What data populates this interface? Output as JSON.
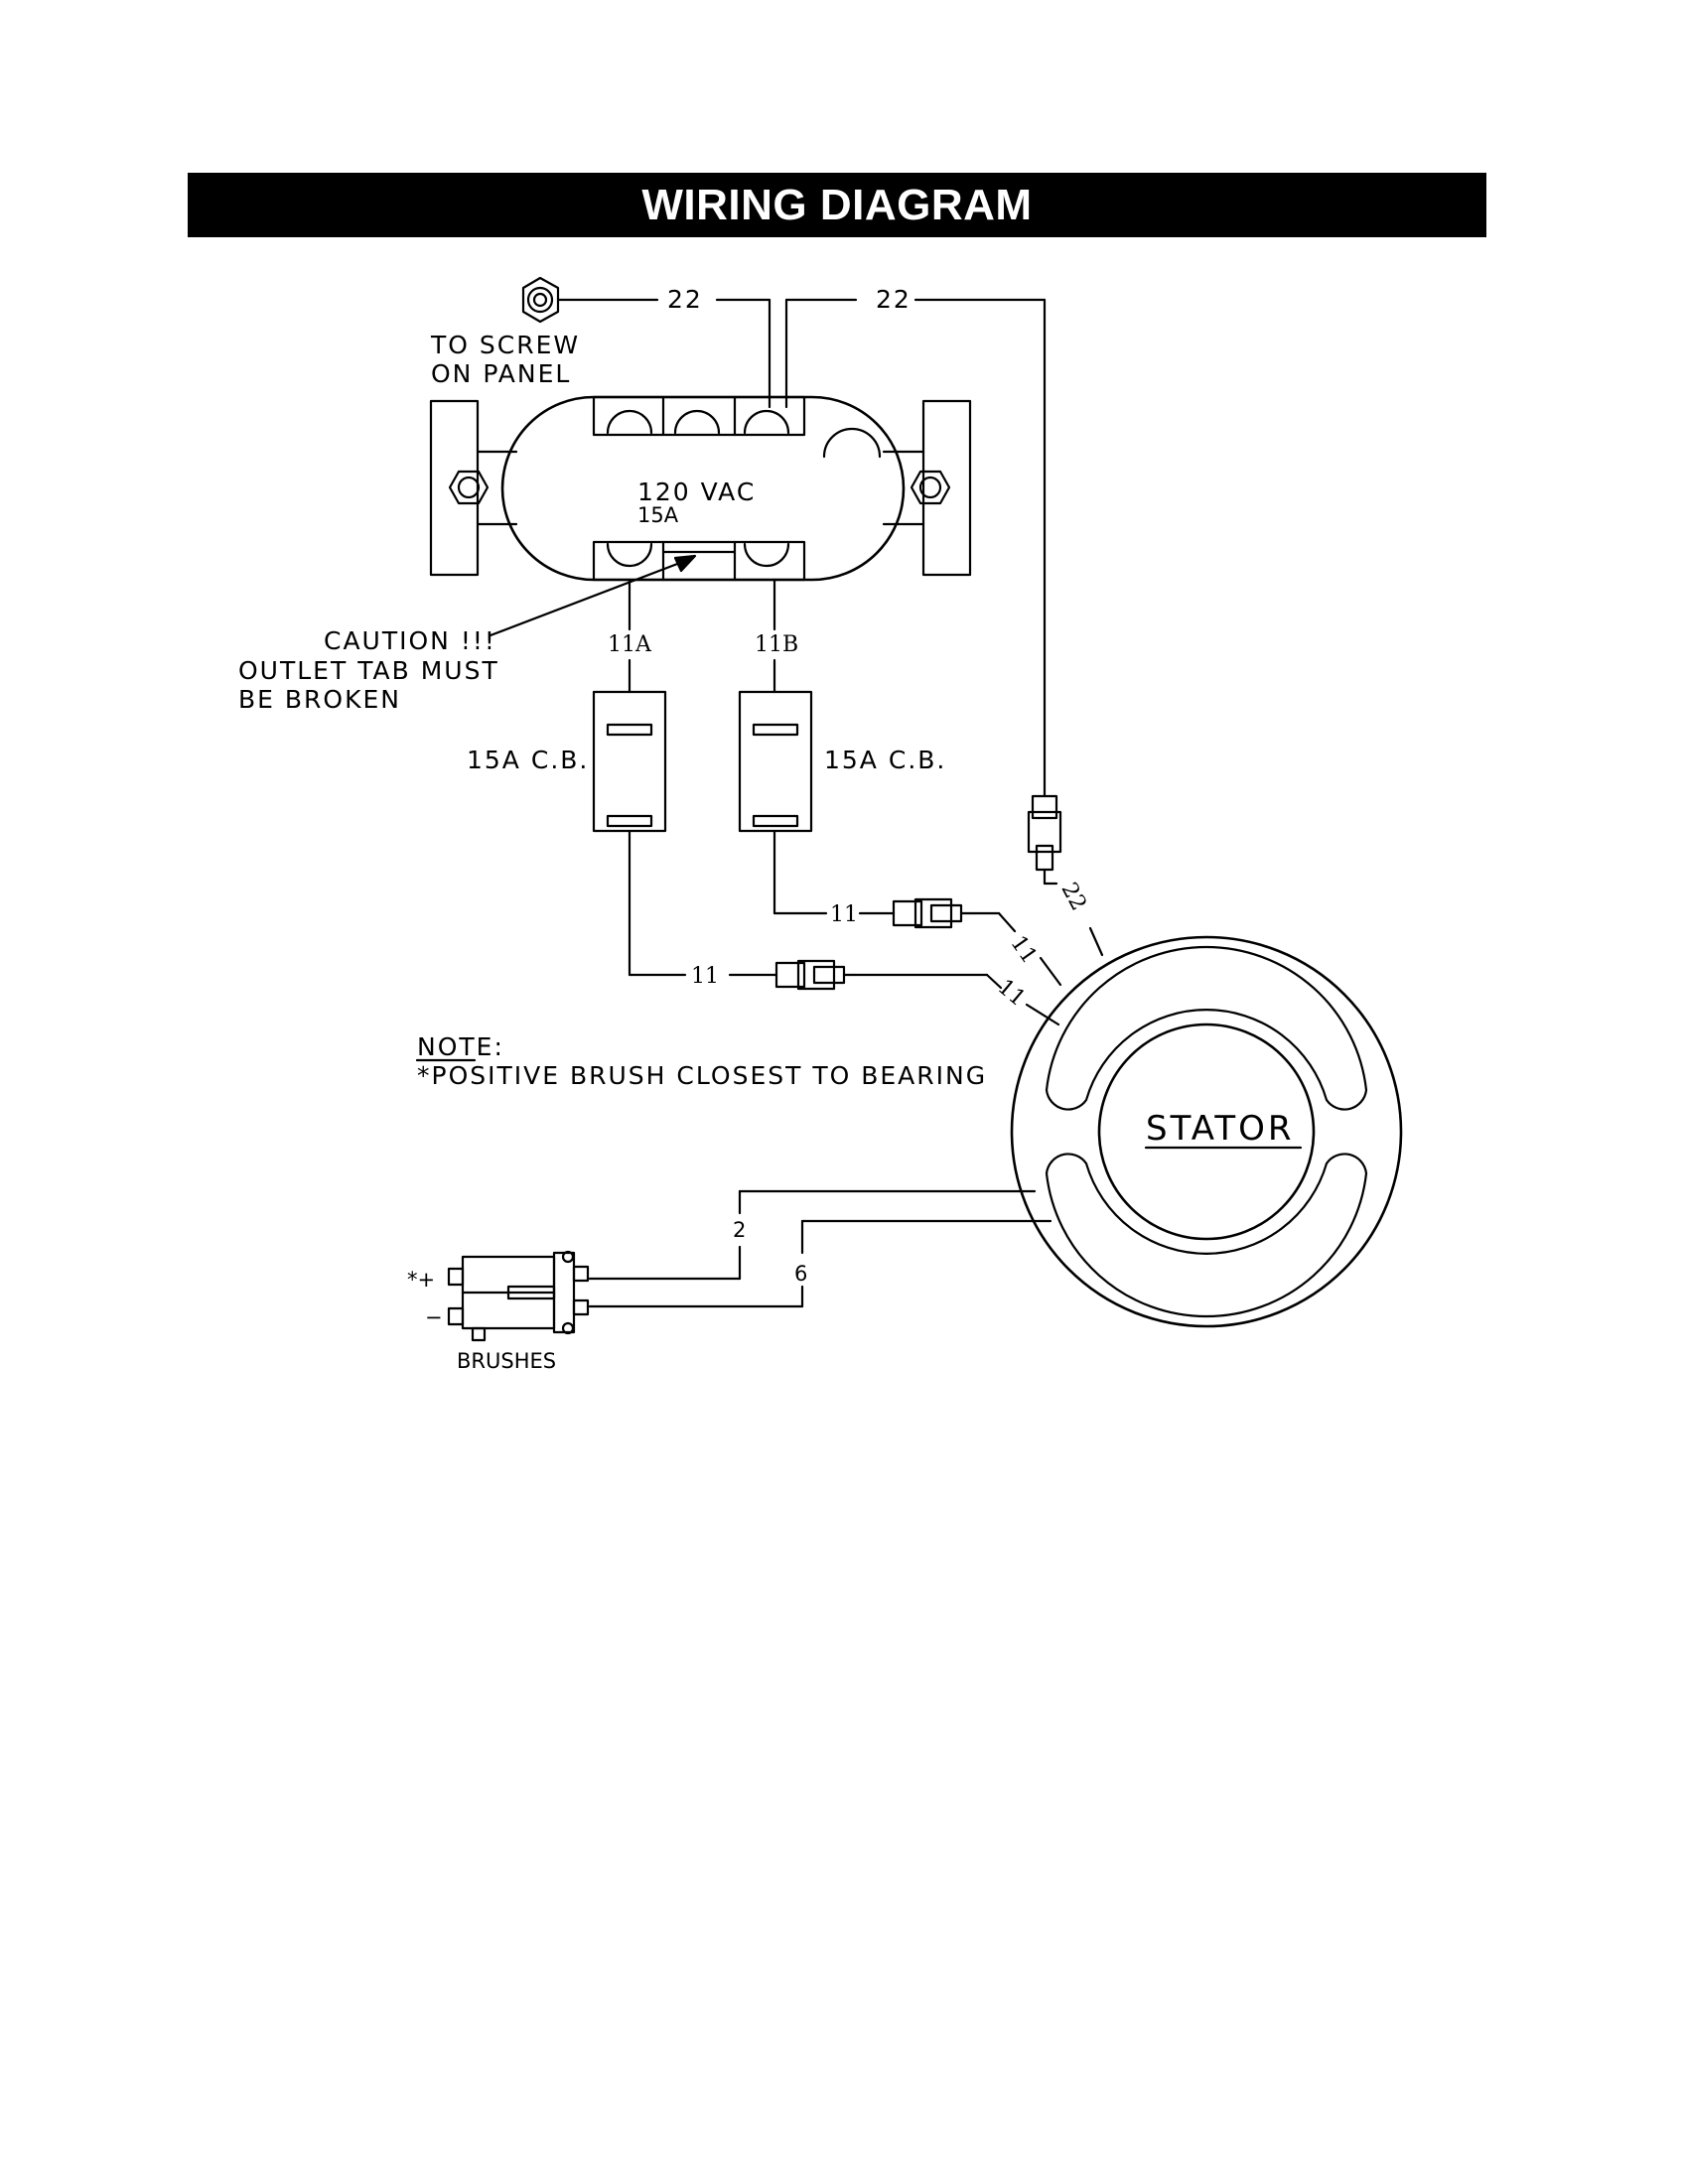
{
  "header": {
    "title": "WIRING DIAGRAM"
  },
  "labels": {
    "screw_line1": "TO SCREW",
    "screw_line2": "ON PANEL",
    "outlet_rating_v": "120 VAC",
    "outlet_rating_a": "15A",
    "caution_line1": "CAUTION !!!",
    "caution_line2": "OUTLET TAB MUST",
    "caution_line3": "BE BROKEN",
    "wire_11a": "11A",
    "wire_11b": "11B",
    "breaker_left": "15A C.B.",
    "breaker_right": "15A C.B.",
    "wire_22_left": "22",
    "wire_22_right": "22",
    "wire_22_diag": "22",
    "wire_11_upper": "11",
    "wire_11_lower": "11",
    "wire_11_diag_upper": "11",
    "wire_11_diag_lower": "11",
    "note_title": "NOTE:",
    "note_text": "*POSITIVE BRUSH CLOSEST TO BEARING",
    "stator": "STATOR",
    "wire_2": "2",
    "wire_6": "6",
    "brush_positive": "*+",
    "brush_negative": "−",
    "brushes": "BRUSHES"
  },
  "icons": [
    "hex-nut-icon",
    "duplex-outlet",
    "circuit-breaker",
    "inline-connector",
    "stator",
    "brush-holder"
  ],
  "colors": {
    "ink": "#000000",
    "paper": "#ffffff"
  }
}
